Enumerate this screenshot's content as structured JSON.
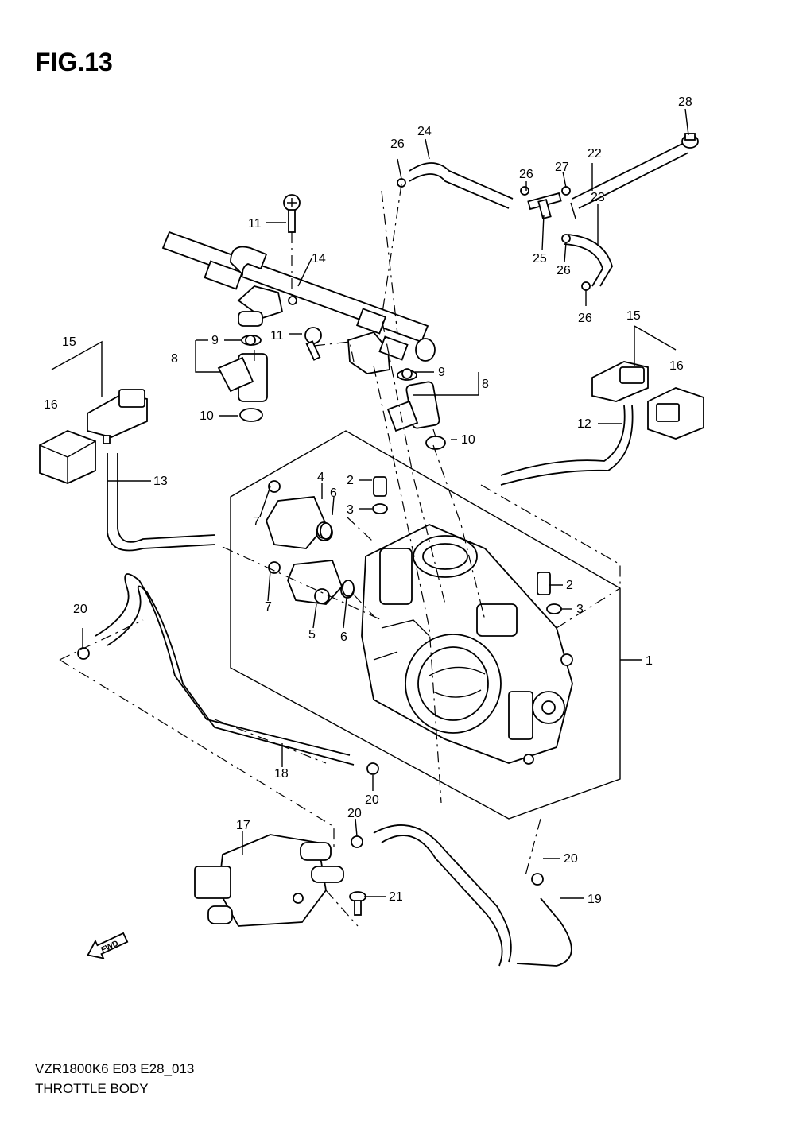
{
  "figure": {
    "title": "FIG.13",
    "model_code": "VZR1800K6 E03 E28_013",
    "subtitle": "THROTTLE BODY",
    "fwd_label": "FWD"
  },
  "callouts": [
    "1",
    "2",
    "3",
    "4",
    "5",
    "6",
    "7",
    "8",
    "9",
    "10",
    "11",
    "12",
    "13",
    "14",
    "15",
    "16",
    "17",
    "18",
    "19",
    "20",
    "21",
    "22",
    "23",
    "24",
    "25",
    "26",
    "27",
    "28"
  ]
}
